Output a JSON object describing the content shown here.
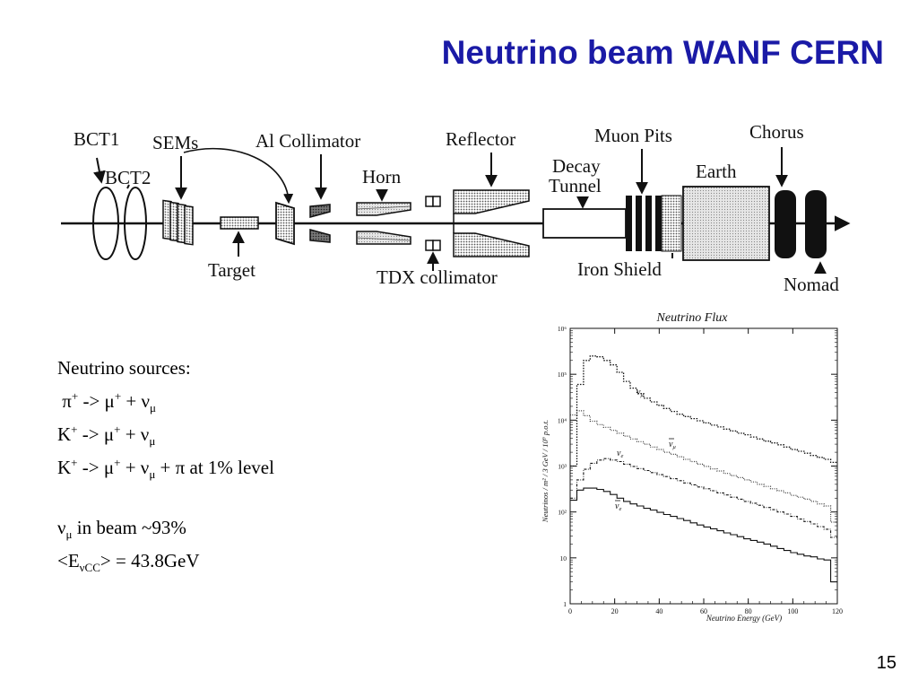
{
  "slide": {
    "title": "Neutrino beam WANF CERN",
    "page_number": "15"
  },
  "beamline": {
    "labels": {
      "bct1": "BCT1",
      "bct2": "BCT2",
      "sems": "SEMs",
      "al_collimator": "Al Collimator",
      "horn": "Horn",
      "reflector": "Reflector",
      "decay_tunnel_1": "Decay",
      "decay_tunnel_2": "Tunnel",
      "muon_pits": "Muon Pits",
      "earth": "Earth",
      "chorus": "Chorus",
      "target": "Target",
      "tdx_collimator": "TDX collimator",
      "iron_shield": "Iron Shield",
      "nomad": "Nomad"
    }
  },
  "text": {
    "sources_heading": "Neutrino sources:",
    "line1_a": "π",
    "line1_b": "+",
    "line1_c": " -> μ",
    "line1_d": "+",
    "line1_e": "  + ν",
    "line1_f": "μ",
    "line2_a": "K",
    "line2_b": "+",
    "line2_c": " -> μ",
    "line2_d": "+",
    "line2_e": "  + ν",
    "line2_f": "μ",
    "line3_a": "K",
    "line3_b": "+",
    "line3_c": " -> μ",
    "line3_d": "+",
    "line3_e": "  + ν",
    "line3_f": "μ",
    "line3_g": " + π   at 1% level",
    "beam_a": "ν",
    "beam_b": "μ",
    "beam_c": " in  beam ~93%",
    "energy_a": "<E",
    "energy_b": "νCC",
    "energy_c": "> = 43.8GeV"
  },
  "chart_data": {
    "type": "line",
    "title": "Neutrino Flux",
    "xlabel": "Neutrino Energy (GeV)",
    "ylabel": "Neutrinos / m² / 3 GeV / 10⁹ p.o.t.",
    "xlim": [
      0,
      120
    ],
    "ylim": [
      1,
      1000000
    ],
    "y_scale": "log",
    "x_ticks": [
      "0",
      "20",
      "40",
      "60",
      "80",
      "100",
      "120"
    ],
    "y_ticks": [
      "1",
      "10",
      "10²",
      "10³",
      "10⁴",
      "10⁵",
      "10⁶"
    ],
    "series": [
      {
        "name": "ν_μ",
        "label_main": "ν",
        "label_sub": "μ",
        "bar": false,
        "x": [
          0,
          3,
          6,
          9,
          12,
          15,
          18,
          21,
          24,
          27,
          30,
          33,
          36,
          39,
          42,
          45,
          48,
          51,
          54,
          57,
          60,
          63,
          66,
          69,
          72,
          75,
          78,
          81,
          84,
          87,
          90,
          93,
          96,
          99,
          102,
          105,
          108,
          111,
          114,
          117
        ],
        "values": [
          1000,
          60000,
          200000,
          250000,
          240000,
          200000,
          160000,
          110000,
          70000,
          50000,
          38000,
          30000,
          25000,
          21000,
          18000,
          15500,
          13500,
          12000,
          10800,
          9700,
          8700,
          7800,
          7100,
          6400,
          5800,
          5200,
          4800,
          4300,
          3900,
          3500,
          3200,
          2900,
          2600,
          2300,
          2100,
          1900,
          1700,
          1550,
          1400,
          1200
        ]
      },
      {
        "name": "ν̄_μ",
        "label_main": "ν",
        "label_sub": "μ",
        "bar": true,
        "x": [
          0,
          3,
          6,
          9,
          12,
          15,
          18,
          21,
          24,
          27,
          30,
          33,
          36,
          39,
          42,
          45,
          48,
          51,
          54,
          57,
          60,
          63,
          66,
          69,
          72,
          75,
          78,
          81,
          84,
          87,
          90,
          93,
          96,
          99,
          102,
          105,
          108,
          111,
          114,
          117
        ],
        "values": [
          13000,
          16000,
          12500,
          9500,
          8000,
          7000,
          6000,
          5200,
          4500,
          3900,
          3400,
          3000,
          2600,
          2300,
          2000,
          1800,
          1600,
          1400,
          1250,
          1100,
          980,
          870,
          780,
          690,
          620,
          560,
          500,
          450,
          400,
          360,
          320,
          290,
          260,
          230,
          210,
          190,
          170,
          150,
          135,
          60
        ]
      },
      {
        "name": "ν_e",
        "label_main": "ν",
        "label_sub": "e",
        "bar": false,
        "x": [
          0,
          3,
          6,
          9,
          12,
          15,
          18,
          21,
          24,
          27,
          30,
          33,
          36,
          39,
          42,
          45,
          48,
          51,
          54,
          57,
          60,
          63,
          66,
          69,
          72,
          75,
          78,
          81,
          84,
          87,
          90,
          93,
          96,
          99,
          102,
          105,
          108,
          111,
          114,
          117
        ],
        "values": [
          200,
          500,
          850,
          1150,
          1350,
          1450,
          1350,
          1250,
          1100,
          980,
          880,
          800,
          720,
          650,
          590,
          530,
          480,
          430,
          390,
          350,
          320,
          290,
          260,
          235,
          210,
          190,
          170,
          155,
          140,
          125,
          112,
          100,
          90,
          80,
          70,
          62,
          55,
          48,
          42,
          28
        ]
      },
      {
        "name": "ν̄_e",
        "label_main": "ν",
        "label_sub": "e",
        "bar": true,
        "x": [
          0,
          3,
          6,
          9,
          12,
          15,
          18,
          21,
          24,
          27,
          30,
          33,
          36,
          39,
          42,
          45,
          48,
          51,
          54,
          57,
          60,
          63,
          66,
          69,
          72,
          75,
          78,
          81,
          84,
          87,
          90,
          93,
          96,
          99,
          102,
          105,
          108,
          111,
          114,
          117
        ],
        "values": [
          180,
          300,
          330,
          330,
          310,
          280,
          240,
          200,
          170,
          150,
          135,
          120,
          110,
          98,
          88,
          80,
          72,
          65,
          58,
          52,
          47,
          43,
          39,
          35,
          32,
          29,
          26,
          24,
          22,
          20,
          18,
          16,
          14.5,
          13,
          12,
          11,
          10.5,
          9.5,
          9,
          3
        ]
      }
    ]
  }
}
